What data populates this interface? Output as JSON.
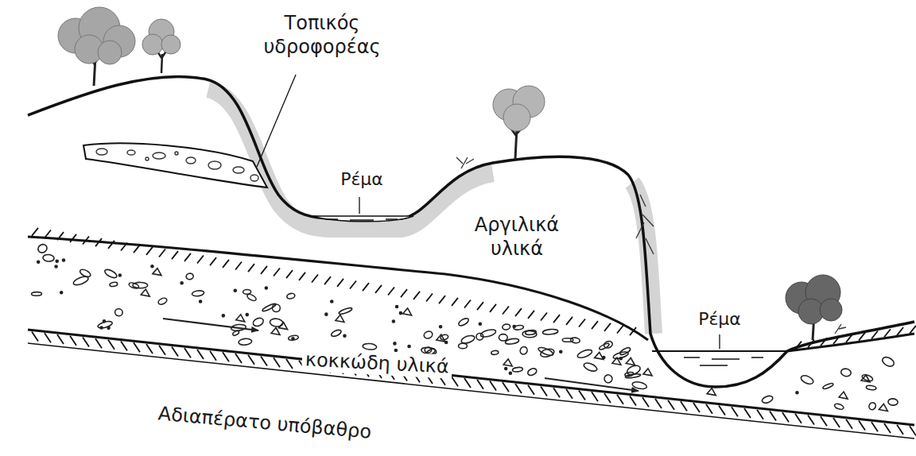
{
  "diagram": {
    "labels": [
      "Τοπικός υδροφορέας",
      "Ρέμα",
      "Αργιλικά υλικά",
      "Ρέμα",
      "κοκκώδη υλικά",
      "Αδιαπέρατο υπόβαθρο"
    ]
  }
}
